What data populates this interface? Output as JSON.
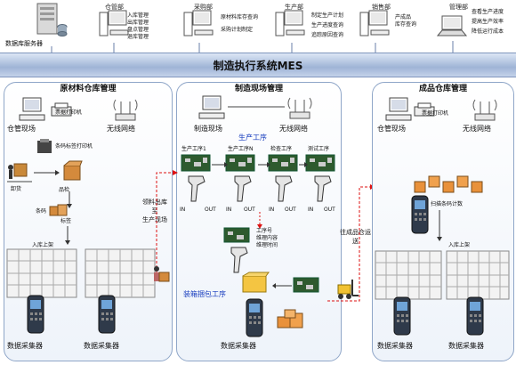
{
  "top": {
    "db_server": "数据库服务器",
    "depts": [
      {
        "name": "仓管部",
        "items": [
          "入库管理",
          "出库管理",
          "盘点管理",
          "退库管理"
        ]
      },
      {
        "name": "采购部",
        "items": [
          "原材料库存查询",
          "采购计划制定"
        ]
      },
      {
        "name": "生产部",
        "items": [
          "制定生产计划",
          "生产进度查询",
          "追踪原因查询"
        ]
      },
      {
        "name": "销售部",
        "items": [
          "产成品",
          "库存查询"
        ]
      },
      {
        "name": "管理部",
        "items": [
          "查看生产进度",
          "提高生产效率",
          "降低运行成本"
        ]
      }
    ]
  },
  "mes_title": "制造执行系统MES",
  "left_panel": {
    "title": "原材料仓库管理",
    "station": "仓管现场",
    "printer": "票据打印机",
    "wireless": "无线网络",
    "barcode_printer": "条码标签打印机",
    "unload": "卸货",
    "inspect": "品检",
    "barcode": "条码",
    "label": "标签",
    "stock_in": "入库上架",
    "collector1": "数据采集器",
    "collector2": "数据采集器"
  },
  "mid_panel": {
    "title": "制造现场管理",
    "station": "制造现场",
    "wireless": "无线网络",
    "process": "生产工序",
    "steps": [
      "生产工序1",
      "生产工序N",
      "检查工序",
      "测试工序"
    ],
    "in": "IN",
    "out": "OUT",
    "repair": [
      "工序号",
      "维理内容",
      "维理时间"
    ],
    "pack": "装箱捆包工序",
    "collector": "数据采集器"
  },
  "mid_left_note": [
    "领料出库",
    "至",
    "生产现场"
  ],
  "mid_right_note": [
    "往成品仓运",
    "送"
  ],
  "right_panel": {
    "title": "成品仓库管理",
    "station": "仓管现场",
    "printer": "票据打印机",
    "wireless": "无线网络",
    "scan_count": "扫描条码计数",
    "stock_in": "入库上架",
    "collector1": "数据采集器",
    "collector2": "数据采集器"
  },
  "colors": {
    "accent": "#1a3fbf",
    "red": "#d11111",
    "panel_border": "#8fa6c8",
    "mes_bar": "#9fb4d6"
  }
}
